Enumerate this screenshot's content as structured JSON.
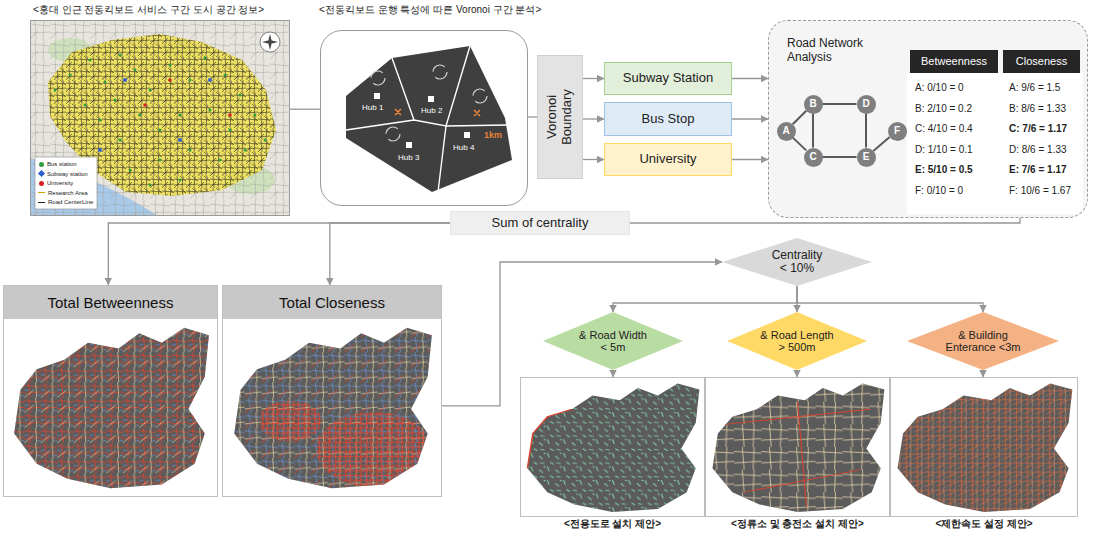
{
  "diagram": {
    "nodes": [
      {
        "text": [
          "<홍대 인근 전동킥보드 서비스 구간 도시 공간 정보>"
        ]
      },
      {
        "text": [
          "<전동킥보드 운행 특성에 따른 Voronoi 구간 분석>"
        ]
      },
      {
        "text": [
          "Voronoi Boundary"
        ]
      },
      {
        "text": [
          "Subway Station"
        ]
      },
      {
        "text": [
          "Bus Stop"
        ]
      },
      {
        "text": [
          "University"
        ]
      },
      {
        "text": [
          "Road Network Analysis"
        ]
      },
      {
        "text": [
          "A"
        ],
        "in": 6
      },
      {
        "text": [
          "B"
        ],
        "in": 6
      },
      {
        "text": [
          "C"
        ],
        "in": 6
      },
      {
        "text": [
          "D"
        ],
        "in": 6
      },
      {
        "text": [
          "E"
        ],
        "in": 6
      },
      {
        "text": [
          "F"
        ],
        "in": 6
      },
      {
        "text": [
          "Sum of centrality"
        ]
      },
      {
        "text": [
          "Total Betweenness"
        ]
      },
      {
        "text": [
          "Total Closeness"
        ]
      },
      {
        "text": [
          "Centrality < 10%"
        ]
      },
      {
        "text": [
          "& Road Width < 5m"
        ]
      },
      {
        "text": [
          "& Road Length > 500m"
        ]
      },
      {
        "text": [
          "& Building Enterance <3m"
        ]
      },
      {
        "text": [
          "<전용도로 설치 제안>"
        ]
      },
      {
        "text": [
          "<정류소 및 충전소 설치 제안>"
        ]
      },
      {
        "text": [
          "<제한속도 설정 제안>"
        ]
      }
    ],
    "edges": [
      {
        "from": 0,
        "to": 1,
        "arrow": "none"
      },
      {
        "from": 1,
        "to": 2,
        "arrow": "none"
      },
      {
        "from": 2,
        "to": 3,
        "arrow": "to"
      },
      {
        "from": 2,
        "to": 4,
        "arrow": "to"
      },
      {
        "from": 2,
        "to": 5,
        "arrow": "to"
      },
      {
        "from": 3,
        "to": 6,
        "arrow": "to"
      },
      {
        "from": 4,
        "to": 6,
        "arrow": "to"
      },
      {
        "from": 5,
        "to": 6,
        "arrow": "to"
      },
      {
        "from": 7,
        "to": 8,
        "arrow": "none"
      },
      {
        "from": 7,
        "to": 9,
        "arrow": "none"
      },
      {
        "from": 8,
        "to": 9,
        "arrow": "none"
      },
      {
        "from": 8,
        "to": 10,
        "arrow": "none"
      },
      {
        "from": 9,
        "to": 11,
        "arrow": "none"
      },
      {
        "from": 10,
        "to": 11,
        "arrow": "none"
      },
      {
        "from": 11,
        "to": 12,
        "arrow": "none"
      },
      {
        "from": 6,
        "to": 13,
        "arrow": "none"
      },
      {
        "from": 13,
        "to": 14,
        "arrow": "to"
      },
      {
        "from": 13,
        "to": 15,
        "arrow": "to"
      },
      {
        "from": 15,
        "to": 16,
        "arrow": "to"
      },
      {
        "from": 16,
        "to": 17,
        "arrow": "to"
      },
      {
        "from": 16,
        "to": 18,
        "arrow": "to"
      },
      {
        "from": 16,
        "to": 19,
        "arrow": "to"
      },
      {
        "from": 17,
        "to": 20,
        "arrow": "to"
      },
      {
        "from": 18,
        "to": 21,
        "arrow": "to"
      },
      {
        "from": 19,
        "to": 22,
        "arrow": "to"
      }
    ],
    "labels": [
      "Hub 1",
      "Hub 2",
      "Hub 3",
      "Hub 4",
      "1km",
      "Betweenness",
      "Closeness",
      "A: 0/10 = 0",
      "B: 2/10 = 0.2",
      "C: 4/10 = 0.4",
      "D: 1/10 = 0.1",
      "E: 5/10 = 0.5",
      "F: 0/10 = 0",
      "A: 9/6 = 1.5",
      "B: 8/6 = 1.33",
      "C: 7/6 = 1.17",
      "D: 8/6 = 1.33",
      "E: 7/6 = 1.17",
      "F: 10/6 = 1.67"
    ],
    "legend": [
      {
        "text": "Bus station",
        "color": "#2e9e40"
      },
      {
        "text": "Subway station",
        "color": "#2d5fd0"
      },
      {
        "text": "University",
        "color": "#d62020"
      },
      {
        "text": "Research Area"
      },
      {
        "text": "Road CenterLine"
      }
    ]
  }
}
